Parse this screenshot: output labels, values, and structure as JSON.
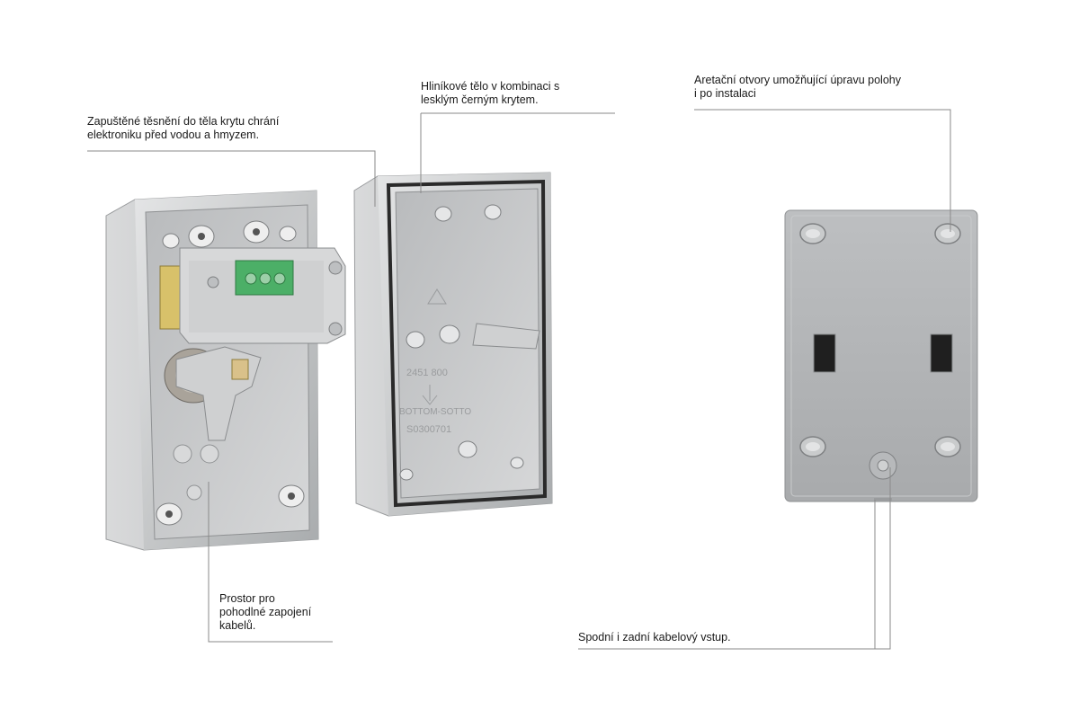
{
  "callouts": {
    "seal": {
      "line1": "Zapuštěné těsnění do těla krytu chrání",
      "line2": "elektroniku před vodou a hmyzem."
    },
    "body": {
      "line1": "Hliníkové tělo v kombinaci s",
      "line2": "lesklým černým krytem."
    },
    "holes": {
      "line1": "Aretační otvory umožňující úpravu polohy",
      "line2": "i po instalaci"
    },
    "space": {
      "line1": "Prostor pro",
      "line2": "pohodlné zapojení",
      "line3": "kabelů."
    },
    "cable": {
      "line1": "Spodní i zadní kabelový vstup."
    }
  },
  "product_marking": {
    "code": "2451 800",
    "text_side": "BOTTOM-SOTTO",
    "serial": "S0300701"
  },
  "colors": {
    "aluminium": "#c9cbcc",
    "aluminium_dark": "#9ea1a3",
    "back_plate": "#b3b5b7",
    "terminal_green": "#4caf67",
    "seal_black": "#2a2a2a",
    "leader_line": "#8a8a8a"
  }
}
